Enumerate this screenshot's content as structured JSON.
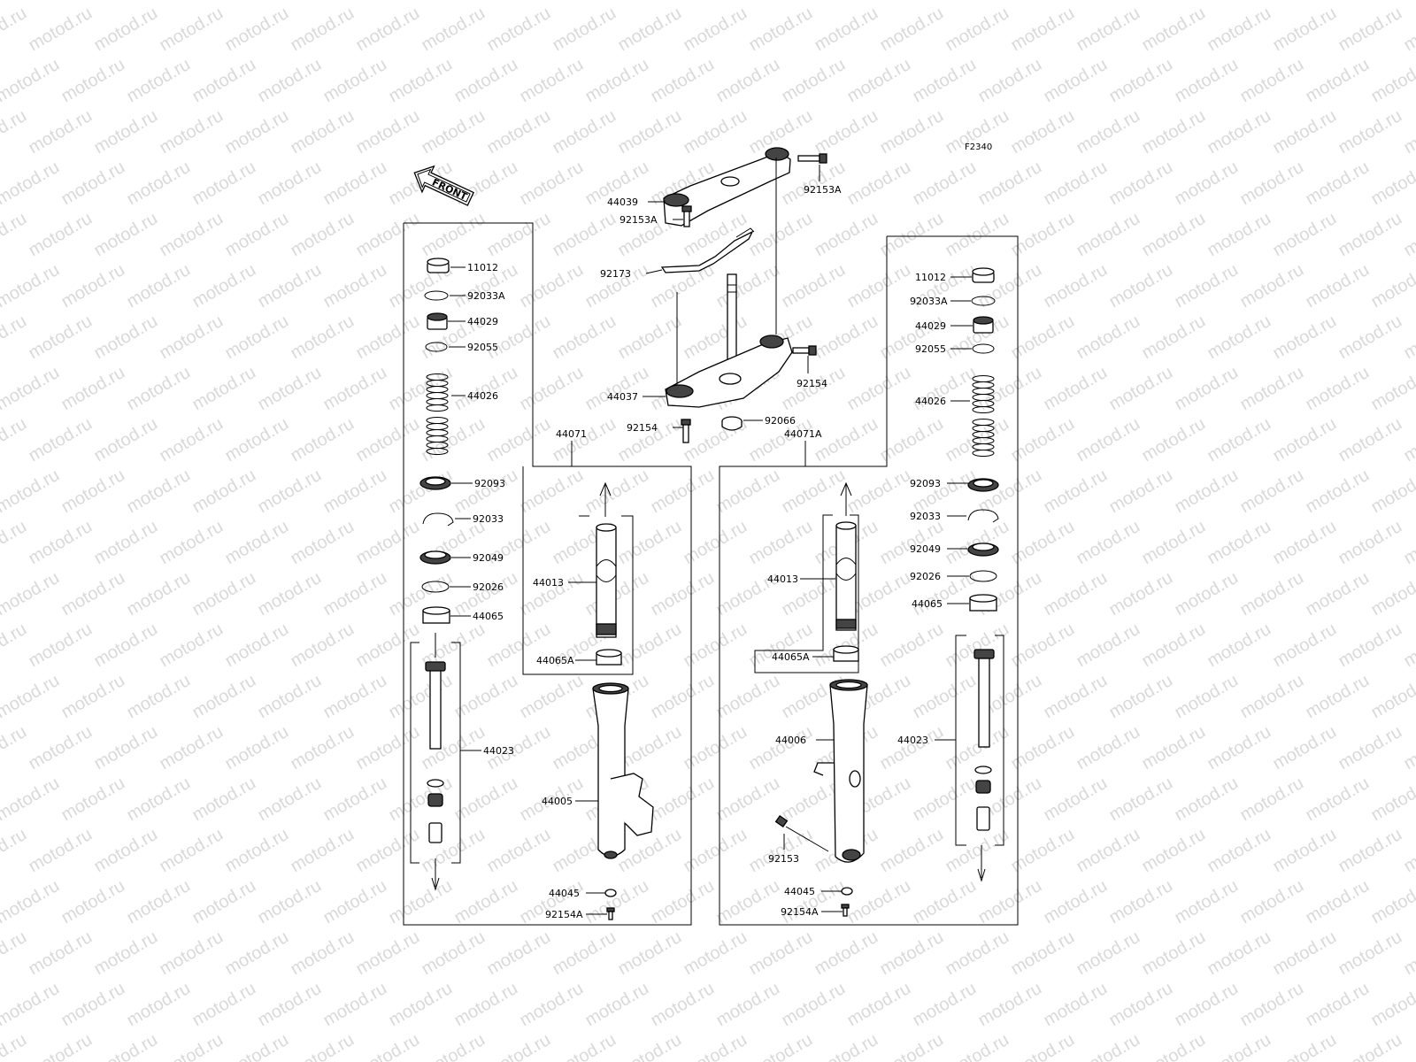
{
  "watermark": {
    "text": "motod.ru"
  },
  "diagram": {
    "code": "F2340",
    "front_label": "FRONT",
    "steering": {
      "upper_bracket": "44039",
      "upper_bolt": "92153A",
      "upper_bolt_lower": "92153A",
      "clamp": "92173",
      "stem": "44037",
      "stem_bolt_right": "92154",
      "stem_bolt_left": "92154",
      "stem_nut": "92066"
    },
    "left_fork": {
      "assembly": "44071",
      "cap": "11012",
      "o_ring_top": "92033A",
      "spring_seat": "44029",
      "o_ring": "92055",
      "spring": "44026",
      "dust_seal": "92093",
      "circlip": "92033",
      "oil_seal": "92049",
      "washer": "92026",
      "bushing": "44065",
      "cylinder": "44023",
      "inner_tube": "44013",
      "bushing_a": "44065A",
      "outer_tube": "44005",
      "gasket": "44045",
      "bottom_bolt": "92154A"
    },
    "right_fork": {
      "assembly": "44071A",
      "cap": "11012",
      "o_ring_top": "92033A",
      "spring_seat": "44029",
      "o_ring": "92055",
      "spring": "44026",
      "dust_seal": "92093",
      "circlip": "92033",
      "oil_seal": "92049",
      "washer": "92026",
      "bushing": "44065",
      "inner_tube": "44013",
      "bushing_a": "44065A",
      "outer_tube": "44006",
      "cylinder": "44023",
      "axle_bolt": "92153",
      "gasket": "44045",
      "bottom_bolt": "92154A"
    }
  }
}
